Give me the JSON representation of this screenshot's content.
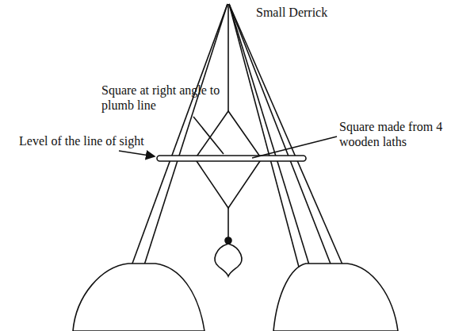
{
  "diagram": {
    "labels": [
      "Small Derrick",
      "Square at right angle to plumb line",
      "Level of the line of sight",
      "Square made from 4 wooden laths"
    ]
  }
}
